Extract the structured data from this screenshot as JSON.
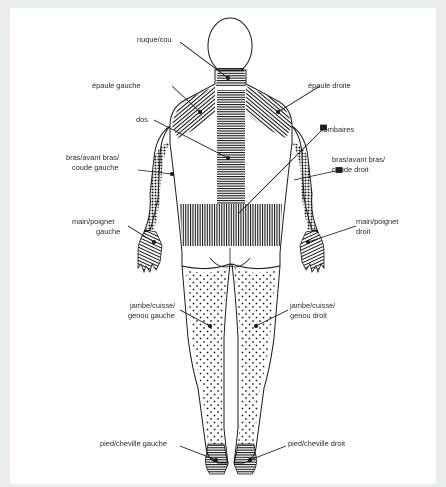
{
  "labels": {
    "neck": "nuque/cou",
    "shoulder_left": "épaule gauche",
    "shoulder_right": "épaule droite",
    "back": "dos",
    "lower_back": "lombaires",
    "arm_left_1": "bras/avant bras/",
    "arm_left_2": "coude gauche",
    "arm_right_1": "bras/avant bras/",
    "arm_right_2": "coude droit",
    "hand_left_1": "main/poignet",
    "hand_left_2": "gauche",
    "hand_right_1": "main/poignet",
    "hand_right_2": "droit",
    "leg_left_1": "jambe/cuisse/",
    "leg_left_2": "genou gauche",
    "leg_right_1": "jambe/cuisse/",
    "leg_right_2": "genou droit",
    "foot_left": "pied/cheville gauche",
    "foot_right": "pied/cheville droit"
  },
  "colors": {
    "background": "#e9ecec",
    "panel": "#ffffff",
    "ink": "#1a1a1a"
  }
}
